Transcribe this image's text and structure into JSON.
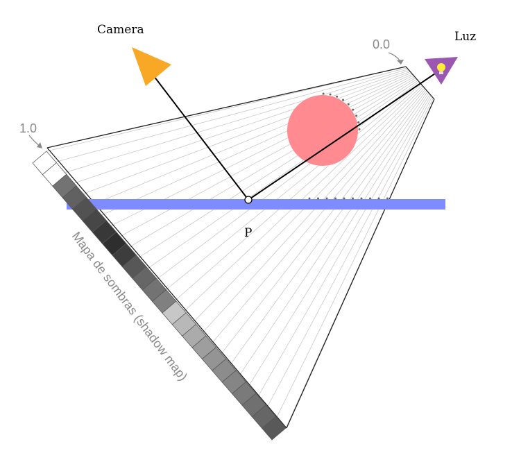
{
  "labels": {
    "camera": "Camera",
    "light": "Luz",
    "point": "P",
    "depth_near": "0.0",
    "depth_far": "1.0",
    "shadow_map": "Mapa de sombras (shadow map)"
  },
  "icons": {
    "camera": "camera-icon",
    "light": "lightbulb-icon"
  },
  "colors": {
    "camera": "#f9a825",
    "light": "#9c58b0",
    "bulb": "#ffeb3b",
    "sphere": "#ff8a8f",
    "plane": "#7f8cff",
    "frustum": "#222222",
    "rays": "#c8c8c8",
    "depth_label": "#8a8a8a"
  },
  "shadow_map": {
    "cell_values": [
      0.0,
      0.0,
      0.55,
      0.62,
      0.68,
      0.72,
      0.78,
      0.82,
      0.76,
      0.66,
      0.6,
      0.55,
      0.5,
      0.22,
      0.28,
      0.33,
      0.38,
      0.42,
      0.45,
      0.48,
      0.52,
      0.56,
      0.6,
      0.65
    ]
  }
}
